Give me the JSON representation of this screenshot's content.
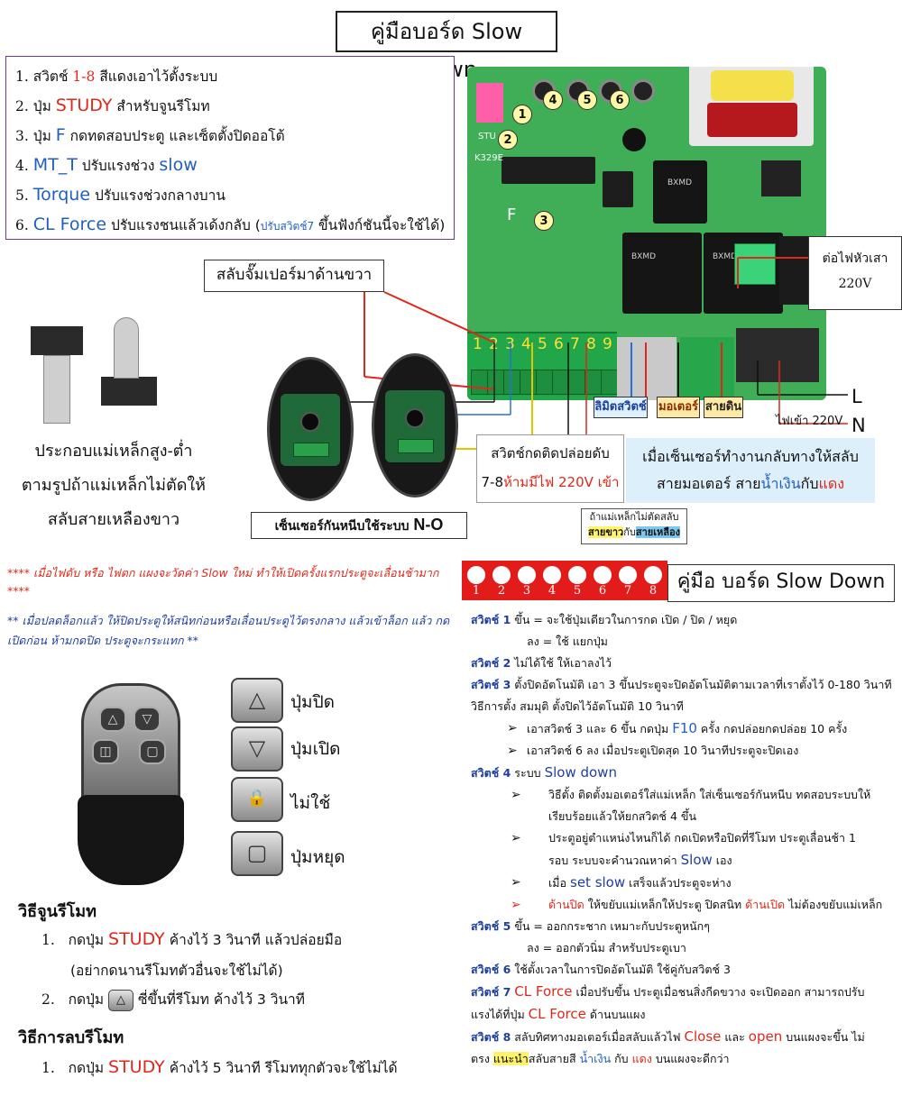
{
  "title": "คู่มือบอร์ด Slow Down",
  "features": [
    {
      "num": "1.",
      "pre": "สวิตช์ ",
      "key": "1-8",
      "post": " สีแดงเอาไว้ตั้งระบบ"
    },
    {
      "num": "2.",
      "pre": "ปุ่ม ",
      "key": "STUDY",
      "post": " สำหรับจูนรีโมท"
    },
    {
      "num": "3.",
      "pre": "ปุ่ม ",
      "key": "F",
      "post": " กดทดสอบประตู และเซ็ตตั้งปิดออโต้"
    },
    {
      "num": "4.",
      "pre": "",
      "key": "MT_T",
      "post": " ปรับแรงช่วง ",
      "key2": "slow"
    },
    {
      "num": "5.",
      "pre": "",
      "key": "Torque",
      "post": " ปรับแรงช่วงกลางบาน"
    },
    {
      "num": "6.",
      "pre": "",
      "key": "CL Force",
      "post": " ปรับแรงชนแล้วเด้งกลับ (",
      "note": "ปรับสวิตช์7",
      "post2": " ขึ้นฟังก์ชันนี้จะใช้ได้)"
    }
  ],
  "board": {
    "model": "K329E",
    "stu_label": "STU",
    "f_label": "F",
    "relay_label": "BXMD",
    "badges": [
      "1",
      "2",
      "3",
      "4",
      "5",
      "6"
    ],
    "terminals": [
      "1",
      "2",
      "3",
      "4",
      "5",
      "6",
      "7",
      "8",
      "9"
    ]
  },
  "callouts": {
    "jumper": "สลับจั๊มเปอร์มาด้านขวา",
    "power_post": "ต่อไฟหัวเสา",
    "power_post_v": "220V",
    "limit_switch": "ลิมิตสวิตช์",
    "motor": "มอเตอร์",
    "ground": "สายดิน",
    "L": "L",
    "N": "N",
    "power_in": "ไฟเข้า 220V",
    "dip_pre": "สวิตช์กดติดปล่อยดับ",
    "dip_num": "7-8",
    "dip_warn": "ห้ามมีไฟ 220V เข้า",
    "swap_line1": "เมื่อเซ็นเซอร์ทำงานกลับทางให้สลับ",
    "swap_line2_pre": "สายมอเตอร์ สาย",
    "swap_blue": "น้ำเงิน",
    "swap_mid": "กับ",
    "swap_red": "แดง",
    "magnet_line1": "ถ้าแม่เหล็กไม่ตัดสลับ",
    "magnet_white": "สายขาว",
    "magnet_mid": "กับ",
    "magnet_yellow": "สายเหลือง",
    "sensor": "เซ็นเซอร์กันหนีบใช้ระบบ",
    "sensor_key": "N-O"
  },
  "magnet_note": [
    "ประกอบแม่เหล็กสูง-ต่ำ",
    "ตามรูปถ้าแม่เหล็กไม่ตัดให้",
    "สลับสายเหลืองขาว"
  ],
  "notes": {
    "red": "**** เมื่อไฟดับ หรือ ไฟตก แผงจะวัดค่า Slow ใหม่ ทำให้เปิดครั้งแรกประตูจะเลื่อนช้ามาก ****",
    "blue": "** เมื่อปลดล็อกแล้ว ให้ปิดประตูให้สนิทก่อนหรือเลื่อนประตูไว้ตรงกลาง แล้วเข้าล็อก แล้ว กดเปิดก่อน ห้ามกดปิด ประตูจะกระแทก **"
  },
  "dip_numbers": [
    "1",
    "2",
    "3",
    "4",
    "5",
    "6",
    "7",
    "8"
  ],
  "manual_title": "คู่มือ บอร์ด Slow Down",
  "switches": {
    "s1_lbl": "สวิตช์ 1",
    "s1_up": "ขึ้น = จะใช้ปุ่มเดียวในการกด เปิด / ปิด / หยุด",
    "s1_down": "ลง = ใช้ แยกปุ่ม",
    "s2_lbl": "สวิตช์ 2",
    "s2": "ไม่ได้ใช้ ให้เอาลงไว้",
    "s3_lbl": "สวิตช์ 3",
    "s3": "ตั้งปิดอัตโนมัติ เอา 3 ขึ้นประตูจะปิดอัตโนมัติตามเวลาที่เราตั้งไว้ 0-180 วินาที",
    "s3_b": "วิธีการตั้ง สมมุติ ตั้งปิดไว้อัตโนมัติ 10 วินาที",
    "s3_c_pre": "เอาสวิตช์ 3 และ 6 ขึ้น กดปุ่ม ",
    "s3_c_key": "F10",
    "s3_c_post": " ครั้ง กดปล่อยกดปล่อย 10 ครั้ง",
    "s3_d": "เอาสวิตช์ 6 ลง เมื่อประตูเปิดสุด 10 วินาทีประตูจะปิดเอง",
    "s4_lbl": "สวิตช์ 4",
    "s4_pre": "ระบบ ",
    "s4_key": "Slow down",
    "s4_a": "วิธีตั้ง ติดตั้งมอเตอร์ใส่แม่เหล็ก ใส่เซ็นเซอร์กันหนีบ ทดสอบระบบให้",
    "s4_a2": "เรียบร้อยแล้วให้ยกสวิตช์ 4 ขึ้น",
    "s4_b": "ประตูอยู่ตำแหน่งไหนก็ได้ กดเปิดหรือปิดที่รีโมท ประตูเลื่อนช้า 1",
    "s4_b2_pre": "รอบ ระบบจะคำนวณหาค่า ",
    "s4_b2_key": "Slow",
    "s4_b2_post": " เอง",
    "s4_c_pre": "เมื่อ ",
    "s4_c_key": "set slow",
    "s4_c_post": " เสร็จแล้วประตูจะห่าง",
    "s4_d_red1": "ด้านปิด",
    "s4_d_mid": " ให้ขยับแม่เหล็กให้ประตู ปิดสนิท ",
    "s4_d_red2": "ด้านเปิด",
    "s4_d_post": " ไม่ต้องขยับแม่เหล็ก",
    "s5_lbl": "สวิตช์ 5",
    "s5_up": "ขึ้น = ออกกระชาก เหมาะกับประตูหนักๆ",
    "s5_down": "ลง = ออกตัวนิ่ม สำหรับประตูเบา",
    "s6_lbl": "สวิตช์ 6",
    "s6": "ใช้ตั้งเวลาในการปิดอัตโนมัติ ใช้คู่กับสวิตช์ 3",
    "s7_lbl": "สวิตช์ 7",
    "s7_key": "CL Force",
    "s7_post": " เมื่อปรับขึ้น ประตูเมื่อชนสิ่งกีดขวาง จะเปิดออก สามารถปรับ",
    "s7_b_pre": "แรงได้ที่ปุ่ม ",
    "s7_b_key": "CL Force",
    "s7_b_post": " ด้านบนแผง",
    "s8_lbl": "สวิตช์ 8",
    "s8_pre": "สลับทิศทางมอเตอร์เมื่อสลับแล้วไฟ ",
    "s8_close": "Close",
    "s8_mid": " และ ",
    "s8_open": "open",
    "s8_post": " บนแผงจะขึ้น ไม่",
    "s8_b_pre": "ตรง ",
    "s8_b_hl": "แนะนำ",
    "s8_b_mid": "สลับสายสี ",
    "s8_b_blue": "น้ำเงิน",
    "s8_b_mid2": " กับ ",
    "s8_b_red": "แดง",
    "s8_b_post": " บนแผงจะดีกว่า"
  },
  "remote_buttons": [
    {
      "icon": "△",
      "label": "ปุ่มปิด"
    },
    {
      "icon": "▽",
      "label": "ปุ่มเปิด"
    },
    {
      "icon": "🔒",
      "label": "ไม่ใช้"
    },
    {
      "icon": "▢",
      "label": "ปุ่มหยุด"
    }
  ],
  "learn": {
    "title": "วิธีจูนรีโมท",
    "step1_num": "1.",
    "step1_pre": "กดปุ่ม ",
    "step1_key": "STUDY",
    "step1_post": " ค้างไว้ 3 วินาที แล้วปล่อยมือ",
    "step1_b": "(อย่ากดนานรีโมทตัวอื่นจะใช้ไม่ได้)",
    "step2_num": "2.",
    "step2_pre": "กดปุ่ม",
    "step2_post": " ซี่ขึ้นที่รีโมท ค้างไว้ 3 วินาที"
  },
  "delete": {
    "title": "วิธีการลบรีโมท",
    "step1_num": "1.",
    "step1_pre": "กดปุ่ม ",
    "step1_key": "STUDY",
    "step1_post": " ค้างไว้ 5 วินาที รีโมททุกตัวจะใช้ไม่ได้"
  }
}
